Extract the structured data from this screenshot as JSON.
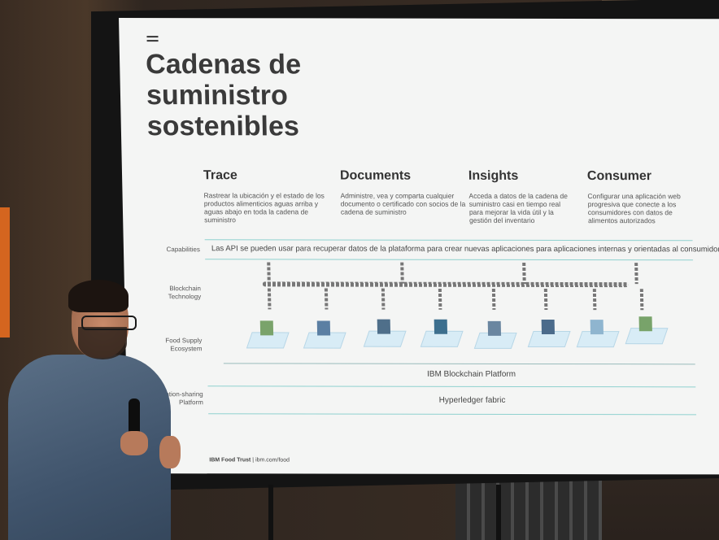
{
  "slide": {
    "title_lines": [
      "Cadenas de",
      "suministro",
      "sostenibles"
    ],
    "columns": [
      {
        "title": "Trace",
        "text": "Rastrear la ubicación y el estado de los productos alimenticios aguas arriba y aguas abajo en toda la cadena de suministro"
      },
      {
        "title": "Documents",
        "text": "Administre, vea y comparta cualquier documento o certificado con socios de la cadena de suministro"
      },
      {
        "title": "Insights",
        "text": "Acceda a datos de la cadena de suministro casi en tiempo real para mejorar la vida útil y la gestión del inventario"
      },
      {
        "title": "Consumer",
        "text": "Configurar una aplicación web progresiva que conecte a los consumidores con datos de alimentos autorizados"
      }
    ],
    "row_labels": {
      "capabilities": "Capabilities",
      "blockchain": "Blockchain Technology",
      "food_supply": "Food Supply Ecosystem",
      "information": "Information-sharing Platform"
    },
    "capabilities_text": "Las API se pueden usar para recuperar datos de la plataforma para crear nuevas aplicaciones para aplicaciones internas y orientadas al consumidor",
    "platform1": "IBM Blockchain Platform",
    "platform2": "Hyperledger fabric",
    "footer_brand": "IBM Food Trust",
    "footer_sep": "|",
    "footer_url": "ibm.com/food"
  },
  "colors": {
    "accent": "#8fd1cf",
    "orange": "#d4651f"
  }
}
